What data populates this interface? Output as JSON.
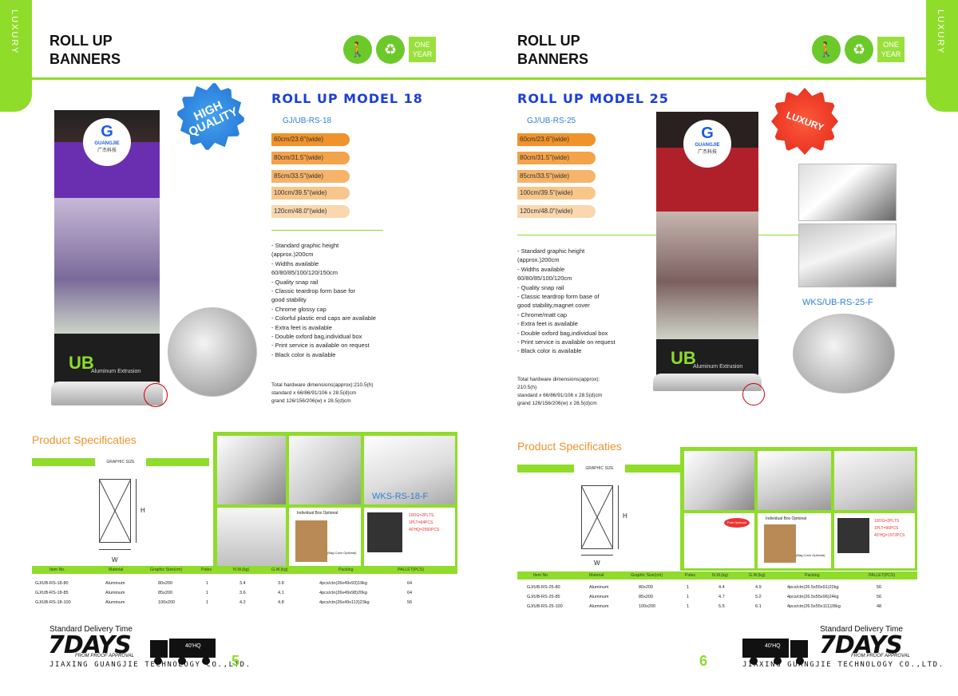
{
  "spine_label": "LUXURY",
  "section_title": "ROLL UP\nBANNERS",
  "one_year": {
    "line1": "ONE",
    "line2": "YEAR"
  },
  "accent_color": "#8fdc2a",
  "spec_heading": "Product Specificaties",
  "graphic_size_label": "GRAPHIC SIZE",
  "dim_h": "H",
  "dim_w": "W",
  "delivery": {
    "title": "Standard Delivery Time",
    "days": "7DAYS",
    "from": "FROM PROOF APPROVAL",
    "truck_label": "40'HQ"
  },
  "company": "JIAXING GUANGJIE TECHNOLOGY CO.,LTD.",
  "logo": {
    "brand": "GUANGJIE",
    "chinese": "广杰科技"
  },
  "extrusion": {
    "mark": "UB",
    "text": "Aluminum Extrusion"
  },
  "table_header": [
    "Item No.",
    "Material",
    "Graphic Size(cm)",
    "Poles",
    "N.W.(kg)",
    "G.W.(kg)",
    "Packing",
    "PALLET(PCS)"
  ],
  "packaging": {
    "caption": "Individual Box Optional",
    "bag": "(Bag Color Optional)",
    "pallet_lines": [
      "10OG=2PLTS",
      "1PLT=64PCS",
      "40'HQ=2560PCS"
    ]
  },
  "left": {
    "page_no": "5",
    "badge": "HIGH\nQUALITY",
    "model": "ROLL UP MODEL 18",
    "code": "GJ/UB-RS-18",
    "sizes": [
      "60cm/23.6\"(wide)",
      "80cm/31.5\"(wide)",
      "85cm/33.5\"(wide)",
      "100cm/39.5\"(wide)",
      "120cm/48.0\"(wide)"
    ],
    "features": "- Standard graphic height\n  (approx.)200cm\n- Widths available\n  60/80/85/100/120/150cm\n- Quality snap rail\n- Classic teardrop form base for\n  good stability\n- Chrome glossy cap\n- Colorful plastic end caps are available\n- Extra feet is available\n- Double oxford bag,individual box\n- Print service is available on request\n- Black color is available",
    "hardware": "Total hardware dimensions(approx):210.5(h)\nstandard x 66/86/91/106 x 28.5(d)cm\ngrand 126/156/206(w) x 28.5(d)cm",
    "wks": "WKS-RS-18-F",
    "rows": [
      [
        "GJ/UB-RS-18-80",
        "Aluminum",
        "80x200",
        "1",
        "3.4",
        "3.8",
        "4pcs/ctn(26x49x93)19kg",
        "64"
      ],
      [
        "GJ/UB-RS-18-85",
        "Aluminum",
        "85x200",
        "1",
        "3.6",
        "4.1",
        "4pcs/ctn(26x49x98)20kg",
        "64"
      ],
      [
        "GJ/UB-RS-18-100",
        "Aluminum",
        "100x200",
        "1",
        "4.2",
        "4.8",
        "4pcs/ctn(26x49x113)23kg",
        "56"
      ]
    ]
  },
  "right": {
    "page_no": "6",
    "badge": "LUXURY",
    "model": "ROLL UP MODEL 25",
    "code": "GJ/UB-RS-25",
    "sizes": [
      "60cm/23.6\"(wide)",
      "80cm/31.5\"(wide)",
      "85cm/33.5\"(wide)",
      "100cm/39.5\"(wide)",
      "120cm/48.0\"(wide)"
    ],
    "features": "- Standard graphic height\n  (approx.)200cm\n- Widths available\n  60/80/85/100/120cm\n- Quality snap rail\n- Classic teardrop form base of\n  good stability,magnet cover\n- Chrome/matt cap\n- Extra feet is available\n- Double oxford bag,individual box\n- Print service is available on request\n- Black color is available",
    "hardware": "Total hardware dimensions(approx):\n210.5(h)\nstandard x 66/86/91/106 x 28.5(d)cm\ngrand 126/156/206(w) x 28.5(d)cm",
    "wks": "WKS/UB-RS-25-F",
    "pole_option": "Pole Optional",
    "pallet_lines": [
      "10OG=2PLTS",
      "1PLT=96PCS",
      "40'HQ=1972PCS"
    ],
    "rows": [
      [
        "GJ/UB-RS-25-80",
        "Aluminum",
        "80x200",
        "1",
        "4.4",
        "4.9",
        "4pcs/ctn(26.5x55x91)22kg",
        "56"
      ],
      [
        "GJ/UB-RS-25-85",
        "Aluminum",
        "85x200",
        "1",
        "4.7",
        "5.2",
        "4pcs/ctn(26.5x55x96)24kg",
        "56"
      ],
      [
        "GJ/UB-RS-25-100",
        "Aluminum",
        "100x200",
        "1",
        "5.5",
        "6.1",
        "4pcs/ctn(26.5x55x111)28kg",
        "48"
      ]
    ]
  }
}
